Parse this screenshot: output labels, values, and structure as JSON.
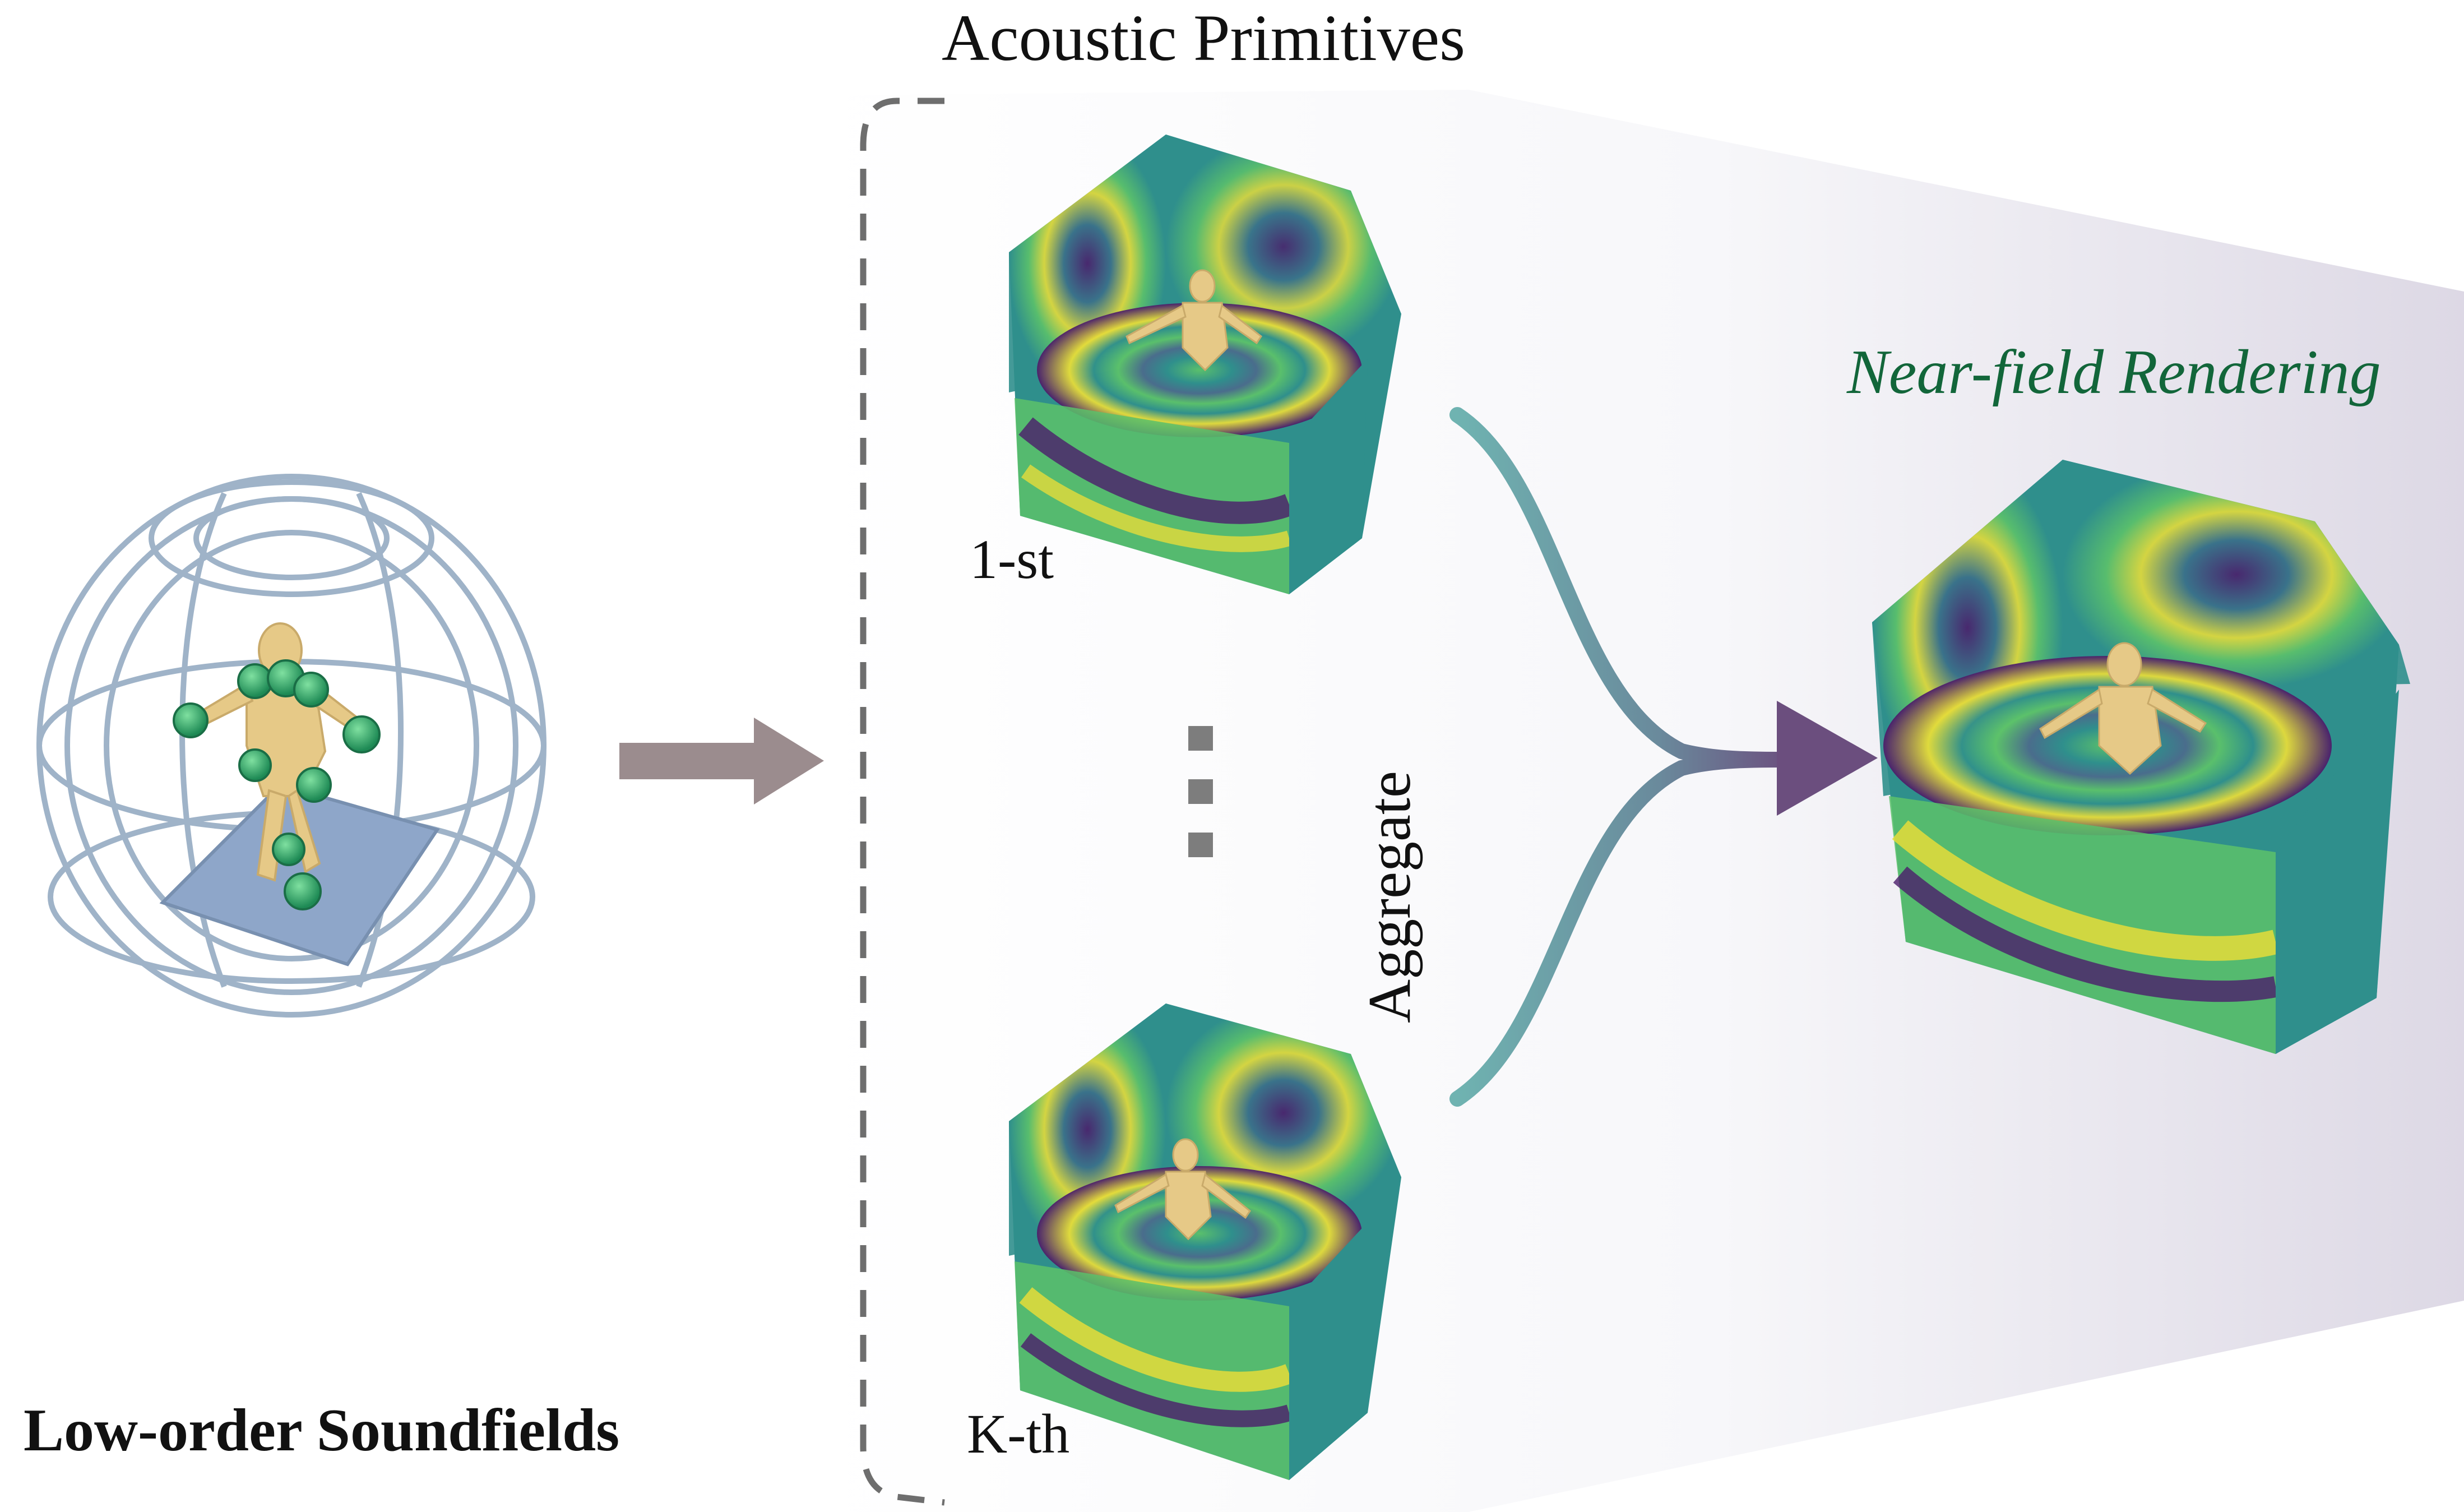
{
  "figure": {
    "left_panel": {
      "caption": "Low-order Soundfields",
      "figure_icon": "human-in-sphere-with-sound-sources-icon"
    },
    "middle_panel": {
      "title": "Acoustic Primitives",
      "first_label": "1-st",
      "last_label": "K-th",
      "ellipsis_icon": "vertical-ellipsis-icon"
    },
    "merge": {
      "label": "Aggregate"
    },
    "right_panel": {
      "title": "Near-field Rendering"
    },
    "colors": {
      "arrow_gray": "#9b8c8e",
      "flow_teal": "#6fb3b1",
      "flow_purple": "#6b4e7e",
      "title_green": "#12663a",
      "viridis_purple": "#4b1d6b",
      "viridis_teal": "#2f8f8c",
      "viridis_green": "#5cc26a",
      "viridis_yellow": "#e6dc3a",
      "skin": "#e6c987",
      "frame_blue": "#9fb3c8",
      "floor_blue": "#8ea6c9"
    }
  }
}
